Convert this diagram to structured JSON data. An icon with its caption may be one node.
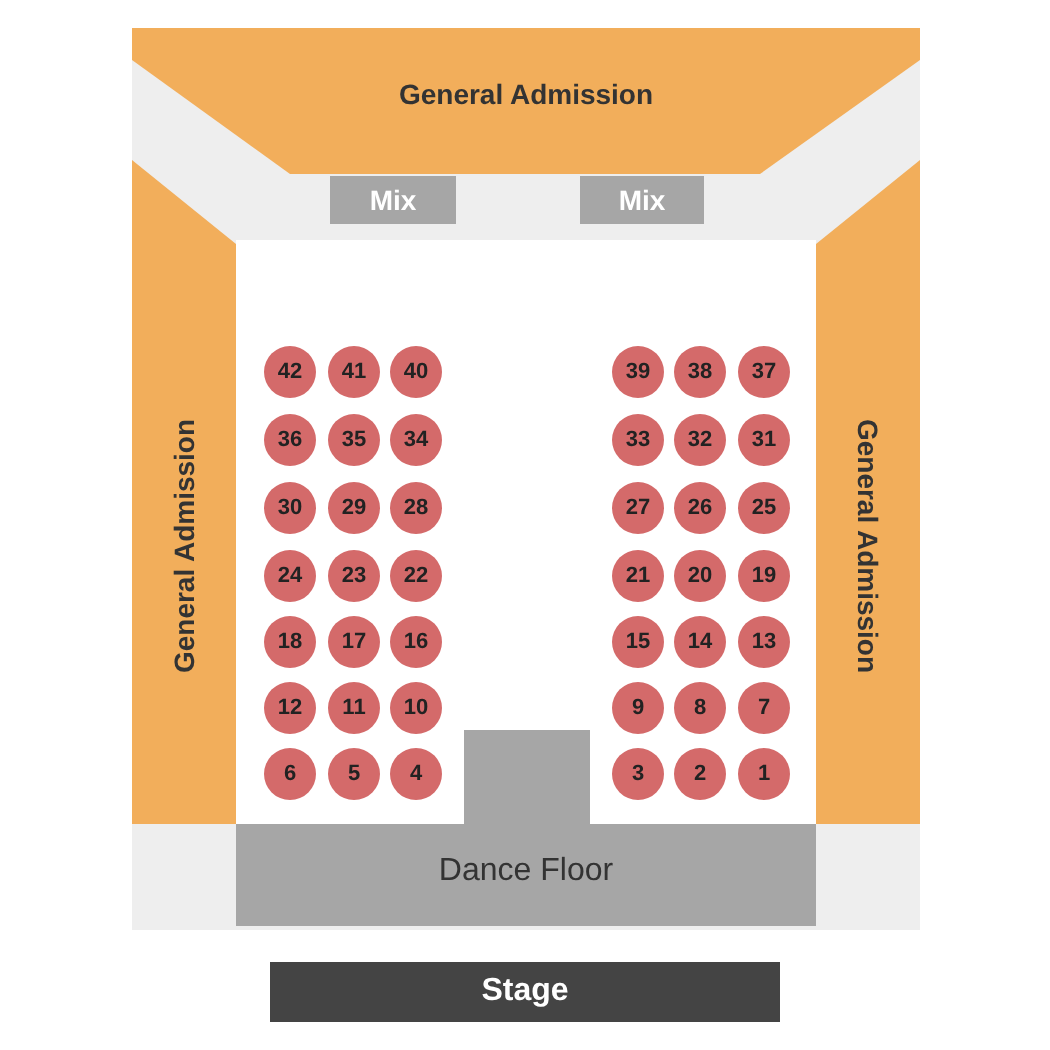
{
  "diagram": {
    "nodes": [
      {
        "text": [
          "General Admission"
        ]
      },
      {
        "text": [
          "Mix"
        ]
      },
      {
        "text": [
          "Mix"
        ]
      },
      {
        "text": [
          "General Admission"
        ]
      },
      {
        "text": [
          "General Admission"
        ]
      },
      {
        "text": [
          "42"
        ]
      },
      {
        "text": [
          "41"
        ]
      },
      {
        "text": [
          "40"
        ]
      },
      {
        "text": [
          "39"
        ]
      },
      {
        "text": [
          "38"
        ]
      },
      {
        "text": [
          "37"
        ]
      },
      {
        "text": [
          "36"
        ]
      },
      {
        "text": [
          "35"
        ]
      },
      {
        "text": [
          "34"
        ]
      },
      {
        "text": [
          "33"
        ]
      },
      {
        "text": [
          "32"
        ]
      },
      {
        "text": [
          "31"
        ]
      },
      {
        "text": [
          "30"
        ]
      },
      {
        "text": [
          "29"
        ]
      },
      {
        "text": [
          "28"
        ]
      },
      {
        "text": [
          "27"
        ]
      },
      {
        "text": [
          "26"
        ]
      },
      {
        "text": [
          "25"
        ]
      },
      {
        "text": [
          "24"
        ]
      },
      {
        "text": [
          "23"
        ]
      },
      {
        "text": [
          "22"
        ]
      },
      {
        "text": [
          "21"
        ]
      },
      {
        "text": [
          "20"
        ]
      },
      {
        "text": [
          "19"
        ]
      },
      {
        "text": [
          "18"
        ]
      },
      {
        "text": [
          "17"
        ]
      },
      {
        "text": [
          "16"
        ]
      },
      {
        "text": [
          "15"
        ]
      },
      {
        "text": [
          "14"
        ]
      },
      {
        "text": [
          "13"
        ]
      },
      {
        "text": [
          "12"
        ]
      },
      {
        "text": [
          "11"
        ]
      },
      {
        "text": [
          "10"
        ]
      },
      {
        "text": [
          "9"
        ]
      },
      {
        "text": [
          "8"
        ]
      },
      {
        "text": [
          "7"
        ]
      },
      {
        "text": [
          "6"
        ]
      },
      {
        "text": [
          "5"
        ]
      },
      {
        "text": [
          "4"
        ]
      },
      {
        "text": [
          "3"
        ]
      },
      {
        "text": [
          "2"
        ]
      },
      {
        "text": [
          "1"
        ]
      },
      {
        "text": [
          "Dance Floor"
        ]
      },
      {
        "text": [
          "Stage"
        ]
      }
    ],
    "edges": []
  }
}
